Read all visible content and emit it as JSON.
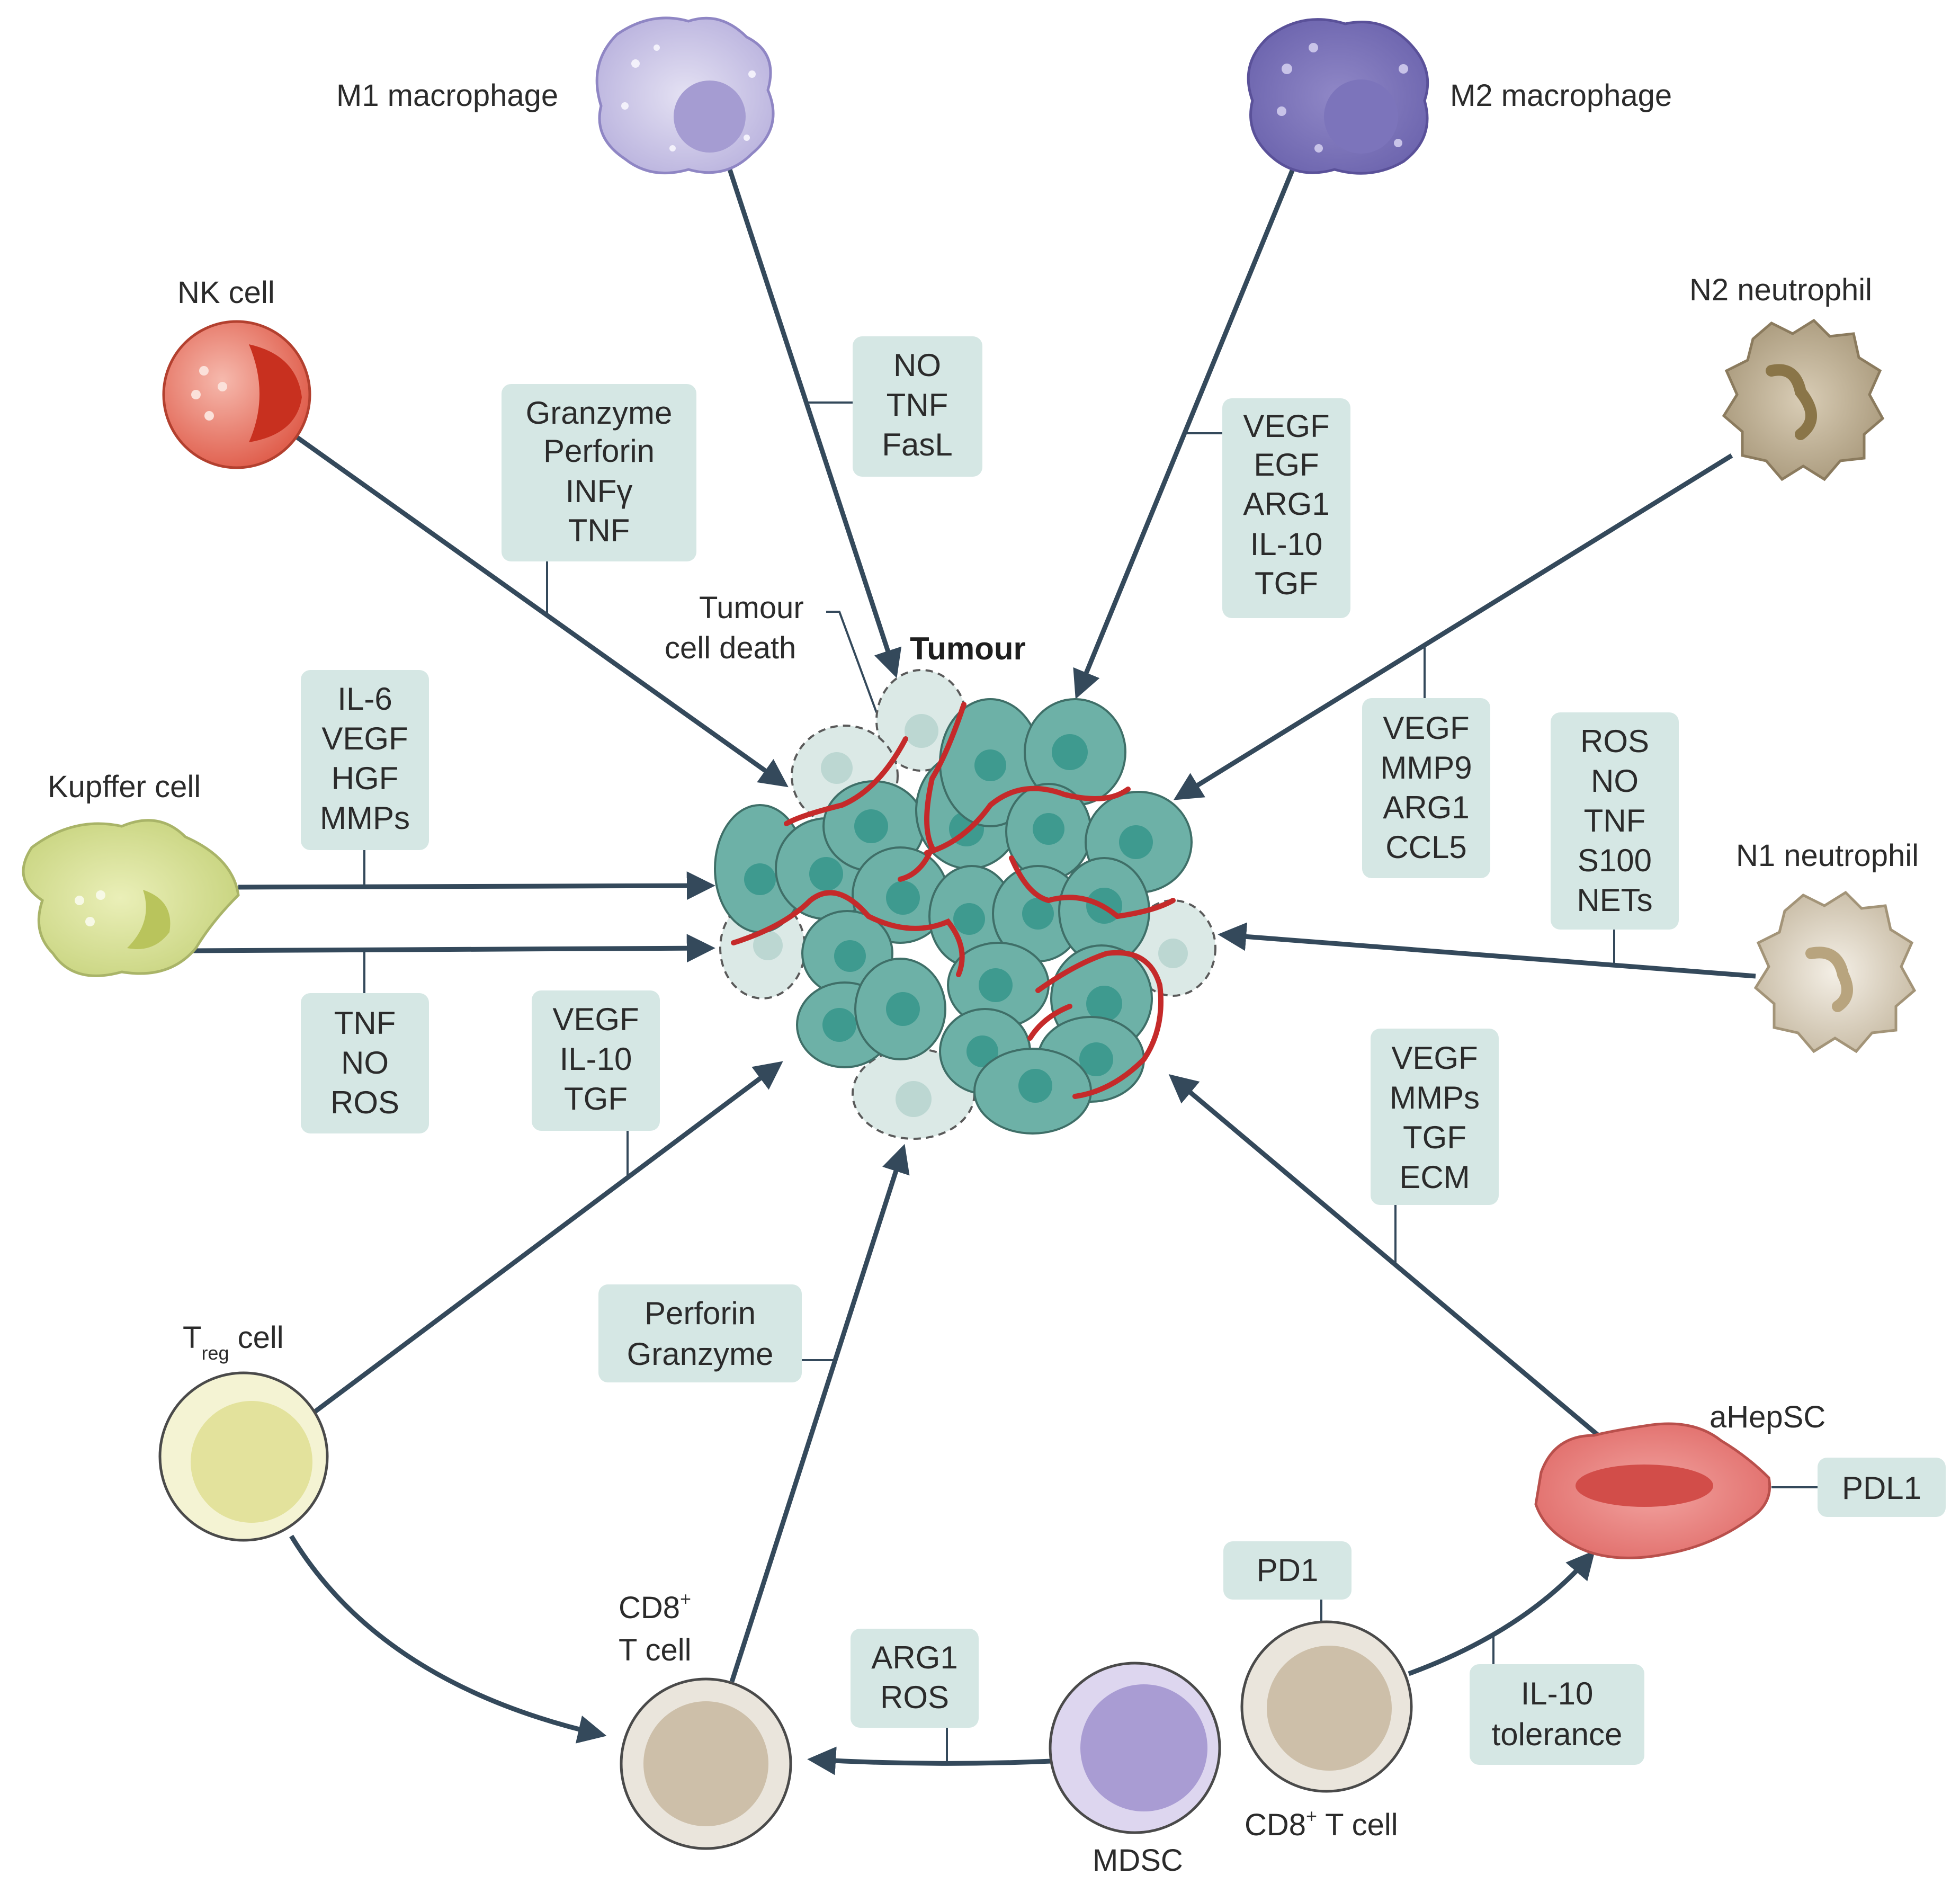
{
  "tumour": {
    "title": "Tumour",
    "death_label_line1": "Tumour",
    "death_label_line2": "cell death"
  },
  "cells": {
    "m1_macrophage": "M1 macrophage",
    "m2_macrophage": "M2 macrophage",
    "nk_cell": "NK cell",
    "n2_neutrophil": "N2 neutrophil",
    "kupffer_cell": "Kupffer cell",
    "n1_neutrophil": "N1 neutrophil",
    "treg_main": "T",
    "treg_sub": "reg",
    "treg_suffix": " cell",
    "cd8_left_line1": "CD8",
    "cd8_left_sup": "+",
    "cd8_left_line2": "T cell",
    "mdsc": "MDSC",
    "cd8_right": "CD8",
    "cd8_right_sup": "+",
    "cd8_right_suffix": " T cell",
    "ahepsc": "aHepSC"
  },
  "boxes": {
    "m1": [
      "NO",
      "TNF",
      "FasL"
    ],
    "nk": [
      "Granzyme",
      "Perforin",
      "INFγ",
      "TNF"
    ],
    "m2": [
      "VEGF",
      "EGF",
      "ARG1",
      "IL-10",
      "TGF"
    ],
    "n2": [
      "VEGF",
      "MMP9",
      "ARG1",
      "CCL5"
    ],
    "n1": [
      "ROS",
      "NO",
      "TNF",
      "S100",
      "NETs"
    ],
    "kupffer_top": [
      "IL-6",
      "VEGF",
      "HGF",
      "MMPs"
    ],
    "kupffer_bottom": [
      "TNF",
      "NO",
      "ROS"
    ],
    "treg": [
      "VEGF",
      "IL-10",
      "TGF"
    ],
    "ahepsc": [
      "VEGF",
      "MMPs",
      "TGF",
      "ECM"
    ],
    "cd8_left": [
      "Perforin",
      "Granzyme"
    ],
    "mdsc": [
      "ARG1",
      "ROS"
    ],
    "pd1": [
      "PD1"
    ],
    "il10": [
      "IL-10",
      "tolerance"
    ],
    "pdl1": [
      "PDL1"
    ]
  },
  "colors": {
    "arrow": "#34495b",
    "box_fill": "#d5e7e4",
    "tumour_cell": "#6db1a7",
    "vessel": "#c52a2a"
  },
  "icons": {
    "m1": "m1-macrophage-icon",
    "m2": "m2-macrophage-icon",
    "nk": "nk-cell-icon",
    "n2": "n2-neutrophil-icon",
    "kupffer": "kupffer-cell-icon",
    "n1": "n1-neutrophil-icon",
    "treg": "treg-cell-icon",
    "cd8_left": "cd8-t-cell-icon",
    "mdsc": "mdsc-icon",
    "cd8_right": "cd8-t-cell-icon",
    "ahepsc": "ahepsc-icon"
  }
}
